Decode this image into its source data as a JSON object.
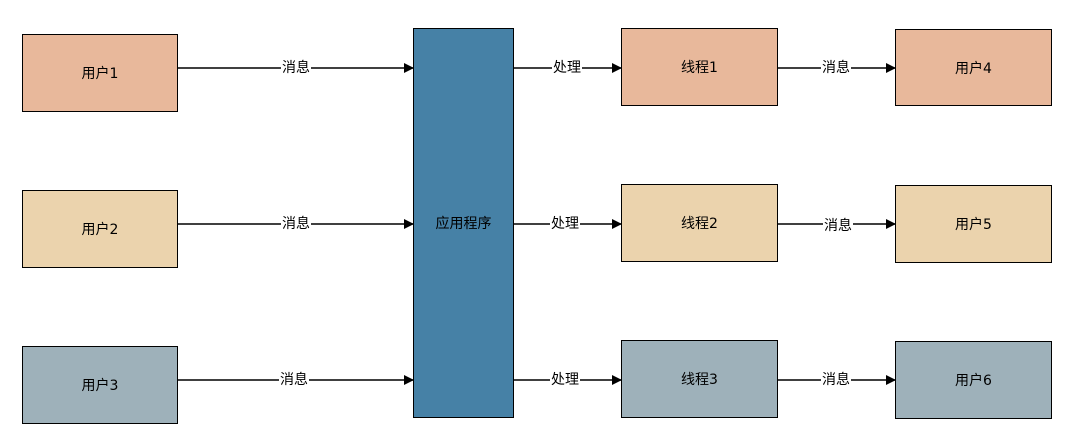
{
  "nodes": {
    "user1": "用户1",
    "user2": "用户2",
    "user3": "用户3",
    "app": "应用程序",
    "thread1": "线程1",
    "thread2": "线程2",
    "thread3": "线程3",
    "user4": "用户4",
    "user5": "用户5",
    "user6": "用户6"
  },
  "edge_labels": {
    "message": "消息",
    "process": "处理"
  },
  "colors": {
    "row1": "#e8b89b",
    "row2": "#ebd3ad",
    "row3": "#9eb1ba",
    "app": "#4681a6"
  }
}
